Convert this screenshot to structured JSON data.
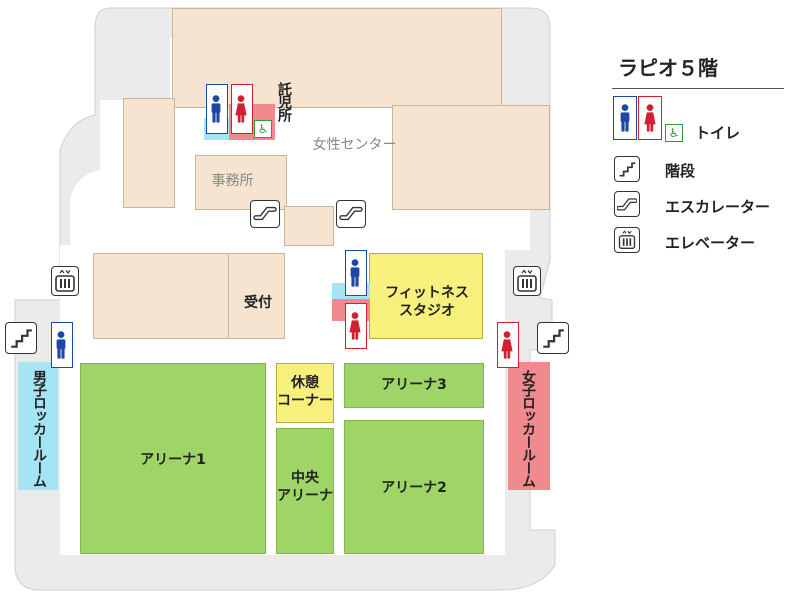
{
  "legend": {
    "title": "ラピオ５階",
    "toilet": "トイレ",
    "stairs": "階段",
    "escalator": "エスカレーター",
    "elevator": "エレベーター"
  },
  "rooms": {
    "childcare": "託児所",
    "womens_center": "女性センター",
    "office": "事務所",
    "reception": "受付",
    "fitness_studio": "フィットネス\nスタジオ",
    "rest_corner": "休憩\nコーナー",
    "arena1": "アリーナ1",
    "arena2": "アリーナ2",
    "arena3": "アリーナ3",
    "central_arena": "中央\nアリーナ",
    "mens_locker": "男子ロッカールーム",
    "womens_locker": "女子ロッカールーム"
  },
  "colors": {
    "floor": "#ebebeb",
    "corridor": "#ffffff",
    "room_beige": "#f6e4d0",
    "arena_green": "#9fd466",
    "studio_yellow": "#f8f07d",
    "mens_area": "#a5e4f2",
    "womens_area": "#f08a8f",
    "mens_icon": "#1c49a5",
    "womens_icon": "#d02034",
    "accessible_icon": "#2e9a3c"
  },
  "icons": [
    "male-toilet-icon",
    "female-toilet-icon",
    "accessible-toilet-icon",
    "stairs-icon",
    "escalator-icon",
    "elevator-icon"
  ]
}
